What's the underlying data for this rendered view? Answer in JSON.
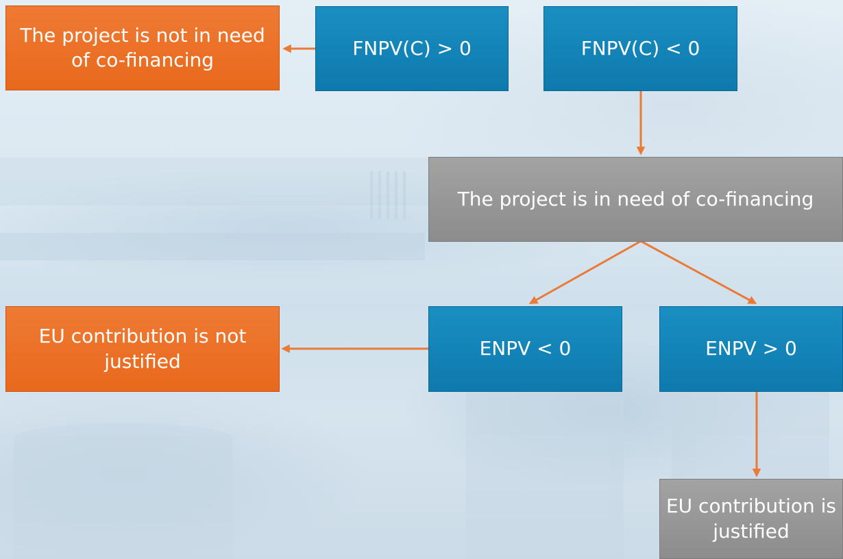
{
  "nodes": {
    "not_need_cofinancing": "The project is not in need of co-financing",
    "fnpv_positive": "FNPV(C) > 0",
    "fnpv_negative": "FNPV(C) < 0",
    "need_cofinancing": "The project is in need of co-financing",
    "contribution_not_justified": "EU contribution is not justified",
    "enpv_negative": "ENPV < 0",
    "enpv_positive": "ENPV > 0",
    "contribution_justified": "EU contribution is justified"
  },
  "colors": {
    "outcome_negative": "#e8691c",
    "condition": "#0e79ad",
    "outcome_positive": "#8c8c8c",
    "arrow": "#ea7a36"
  }
}
